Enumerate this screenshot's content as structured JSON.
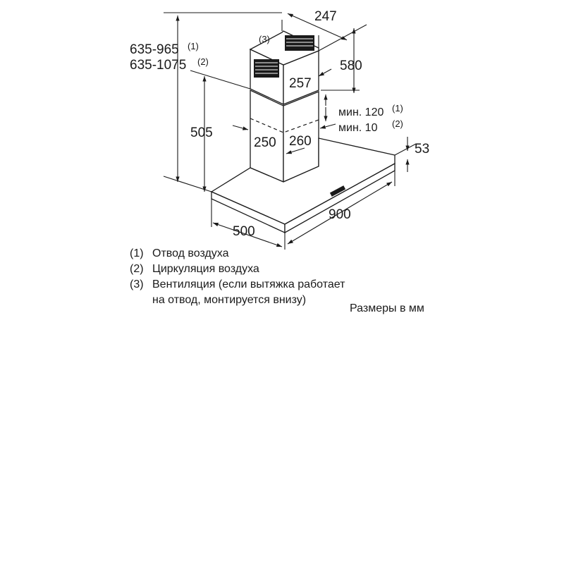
{
  "dimensions": {
    "total_height_exhaust": "635-965",
    "total_height_exhaust_ref": "(1)",
    "total_height_recirc": "635-1075",
    "total_height_recirc_ref": "(2)",
    "upper_chimney_depth": "247",
    "upper_chimney_height": "580",
    "upper_chimney_width": "257",
    "lower_chimney_height": "505",
    "chimney_width": "250",
    "chimney_depth": "260",
    "min_gap_exhaust": "мин. 120",
    "min_gap_exhaust_ref": "(1)",
    "min_gap_recirc": "мин. 10",
    "min_gap_recirc_ref": "(2)",
    "canopy_thickness": "53",
    "hood_width": "900",
    "hood_depth": "500",
    "vent_ref": "(3)"
  },
  "legend": {
    "item1_num": "(1)",
    "item1_text": "Отвод воздуха",
    "item2_num": "(2)",
    "item2_text": "Циркуляция воздуха",
    "item3_num": "(3)",
    "item3_text_line1": "Вентиляция (если вытяжка работает",
    "item3_text_line2": "на отвод, монтируется внизу)",
    "units_note": "Размеры в мм"
  }
}
